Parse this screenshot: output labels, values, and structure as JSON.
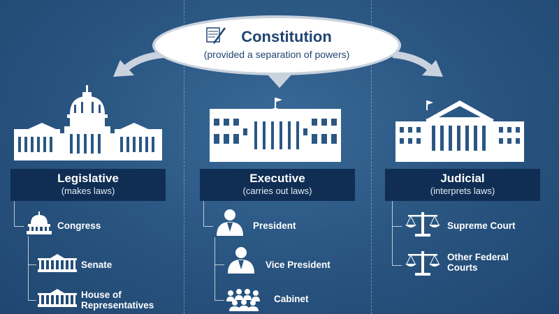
{
  "constitution": {
    "title": "Constitution",
    "subtitle": "(provided a separation of powers)"
  },
  "branches": [
    {
      "name": "Legislative",
      "role": "(makes laws)",
      "items": [
        "Congress",
        "Senate",
        "House of Representatives"
      ]
    },
    {
      "name": "Executive",
      "role": "(carries out laws)",
      "items": [
        "President",
        "Vice President",
        "Cabinet"
      ]
    },
    {
      "name": "Judicial",
      "role": "(interprets laws)",
      "items": [
        "Supreme Court",
        "Other Federal Courts"
      ]
    }
  ],
  "colors": {
    "background": "#2b5783",
    "band": "#102e54",
    "title": "#1e4470",
    "arrow": "#c9d3de"
  },
  "icons": [
    "scroll-icon",
    "capitol-icon",
    "white-house-icon",
    "supreme-court-icon",
    "dome-icon",
    "building-icon",
    "person-icon",
    "group-icon",
    "scales-icon"
  ]
}
